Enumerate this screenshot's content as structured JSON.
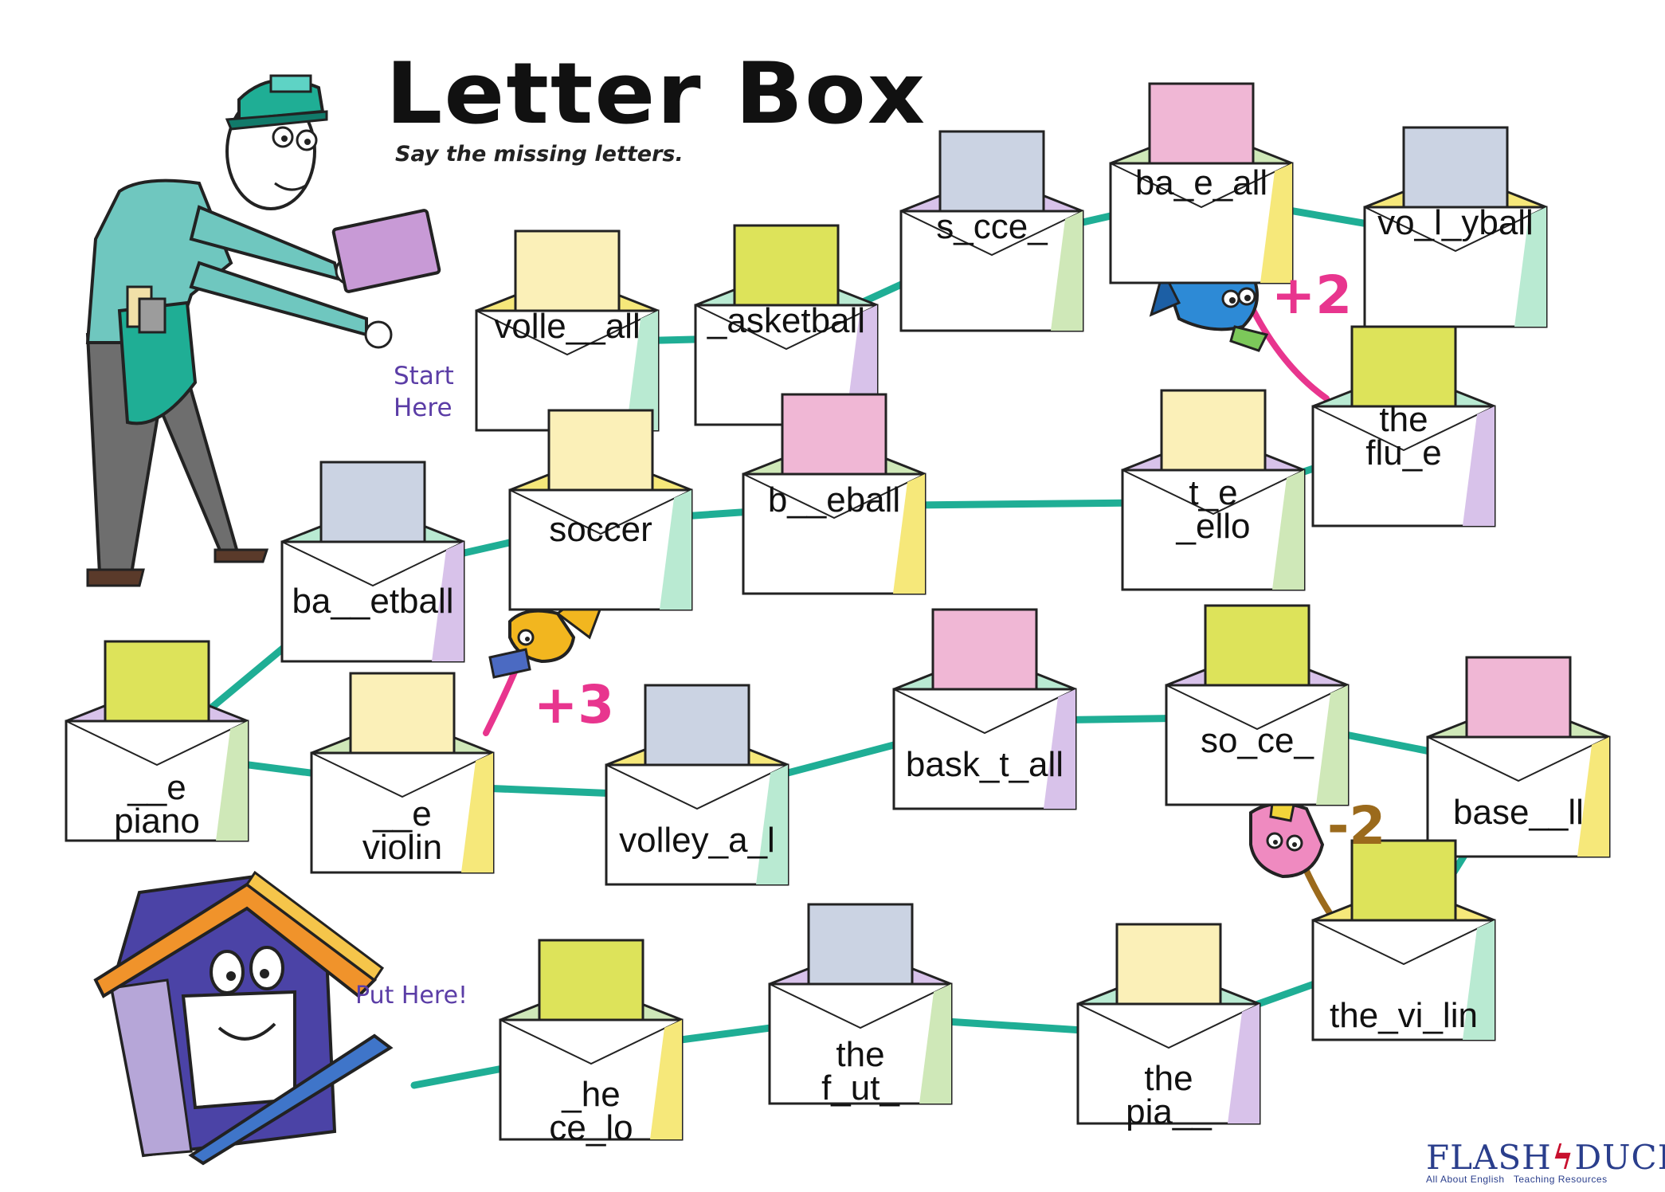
{
  "title": "Letter Box",
  "subtitle": "Say the missing letters.",
  "start_label_line1": "Start",
  "start_label_line2": "Here",
  "finish_label": "Put Here!",
  "colors": {
    "path": "#1fae95",
    "shortcut_up": "#e8358e",
    "shortcut_down": "#9b6a1c",
    "card_yellow": "#fbf0b8",
    "card_lime": "#dde35a",
    "card_pink": "#f0b7d5",
    "card_blue": "#cbd3e3"
  },
  "boxes": [
    {
      "id": 1,
      "lines": [
        "volle__all"
      ],
      "card": "yellow"
    },
    {
      "id": 2,
      "lines": [
        "_asketball"
      ],
      "card": "lime"
    },
    {
      "id": 3,
      "lines": [
        "s_cce_"
      ],
      "card": "blue"
    },
    {
      "id": 4,
      "lines": [
        "ba_e_all"
      ],
      "card": "pink"
    },
    {
      "id": 5,
      "lines": [
        "vo_l_yball"
      ],
      "card": "blue"
    },
    {
      "id": 6,
      "lines": [
        "the",
        "flu_e"
      ],
      "card": "lime"
    },
    {
      "id": 7,
      "lines": [
        "t_e",
        "_ello"
      ],
      "card": "yellow"
    },
    {
      "id": 8,
      "lines": [
        "b__eball"
      ],
      "card": "pink"
    },
    {
      "id": 9,
      "lines": [
        "soccer"
      ],
      "card": "yellow"
    },
    {
      "id": 10,
      "lines": [
        "ba__etball"
      ],
      "card": "blue"
    },
    {
      "id": 11,
      "lines": [
        "__e",
        "piano"
      ],
      "card": "lime"
    },
    {
      "id": 12,
      "lines": [
        "__e",
        "violin"
      ],
      "card": "yellow"
    },
    {
      "id": 13,
      "lines": [
        "volley_a_l"
      ],
      "card": "blue"
    },
    {
      "id": 14,
      "lines": [
        "bask_t_all"
      ],
      "card": "pink"
    },
    {
      "id": 15,
      "lines": [
        "so_ce_"
      ],
      "card": "lime"
    },
    {
      "id": 16,
      "lines": [
        "base__ll"
      ],
      "card": "pink"
    },
    {
      "id": 17,
      "lines": [
        "the_vi_lin"
      ],
      "card": "lime"
    },
    {
      "id": 18,
      "lines": [
        "the",
        "pia__"
      ],
      "card": "yellow"
    },
    {
      "id": 19,
      "lines": [
        "the",
        "f_ut_"
      ],
      "card": "blue"
    },
    {
      "id": 20,
      "lines": [
        "_he",
        "ce_lo"
      ],
      "card": "lime"
    }
  ],
  "shortcuts": [
    {
      "label": "+2",
      "kind": "up"
    },
    {
      "label": "+3",
      "kind": "up"
    },
    {
      "label": "-2",
      "kind": "down"
    }
  ],
  "logo": {
    "name_part1": "FLASH",
    "name_part2": "DUCK",
    "tagline_left": "All About English",
    "tagline_right": "Teaching Resources"
  }
}
